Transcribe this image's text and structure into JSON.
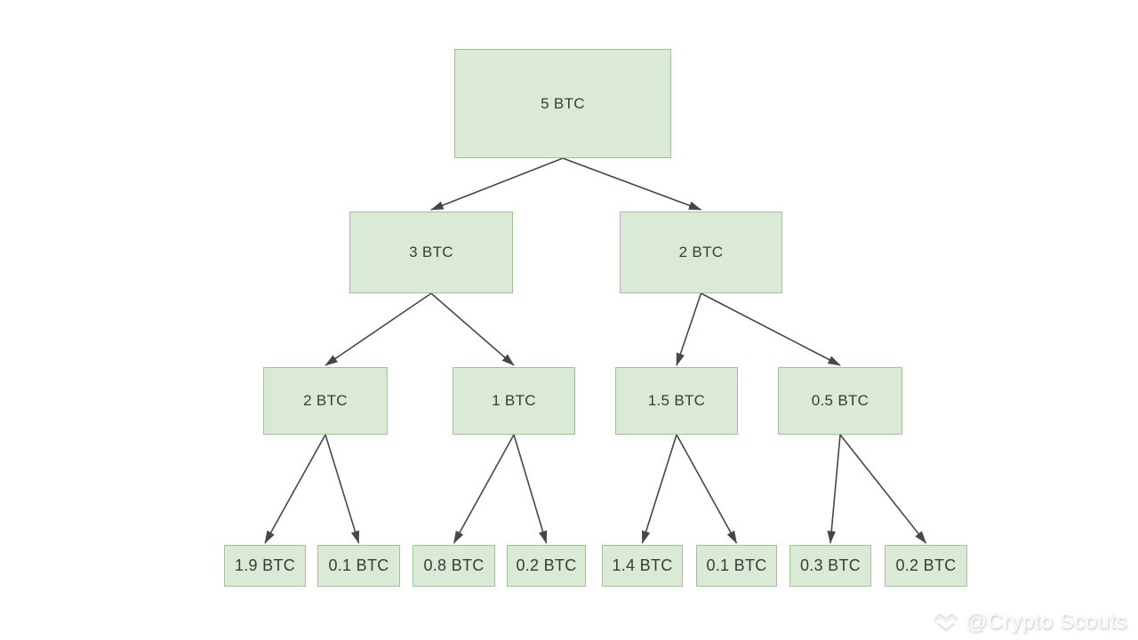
{
  "diagram": {
    "type": "tree",
    "description": "BTC amount split tree",
    "colors": {
      "node_fill": "#dbead5",
      "node_border": "#9dc497",
      "text": "#3a3a3a",
      "arrow": "#474747",
      "background": "#ffffff"
    },
    "nodes": [
      {
        "id": "root",
        "label": "5 BTC",
        "level": 1
      },
      {
        "id": "n2",
        "label": "3 BTC",
        "level": 2
      },
      {
        "id": "n3",
        "label": "2 BTC",
        "level": 2
      },
      {
        "id": "n4",
        "label": "2 BTC",
        "level": 3
      },
      {
        "id": "n5",
        "label": "1 BTC",
        "level": 3
      },
      {
        "id": "n6",
        "label": "1.5 BTC",
        "level": 3
      },
      {
        "id": "n7",
        "label": "0.5 BTC",
        "level": 3
      },
      {
        "id": "l1",
        "label": "1.9 BTC",
        "level": 4
      },
      {
        "id": "l2",
        "label": "0.1 BTC",
        "level": 4
      },
      {
        "id": "l3",
        "label": "0.8 BTC",
        "level": 4
      },
      {
        "id": "l4",
        "label": "0.2 BTC",
        "level": 4
      },
      {
        "id": "l5",
        "label": "1.4 BTC",
        "level": 4
      },
      {
        "id": "l6",
        "label": "0.1 BTC",
        "level": 4
      },
      {
        "id": "l7",
        "label": "0.3 BTC",
        "level": 4
      },
      {
        "id": "l8",
        "label": "0.2 BTC",
        "level": 4
      }
    ],
    "edges": [
      [
        "root",
        "n2"
      ],
      [
        "root",
        "n3"
      ],
      [
        "n2",
        "n4"
      ],
      [
        "n2",
        "n5"
      ],
      [
        "n3",
        "n6"
      ],
      [
        "n3",
        "n7"
      ],
      [
        "n4",
        "l1"
      ],
      [
        "n4",
        "l2"
      ],
      [
        "n5",
        "l3"
      ],
      [
        "n5",
        "l4"
      ],
      [
        "n6",
        "l5"
      ],
      [
        "n6",
        "l6"
      ],
      [
        "n7",
        "l7"
      ],
      [
        "n7",
        "l8"
      ]
    ]
  },
  "watermark": {
    "handle": "@Crypto Scouts",
    "icon": "crypto-scouts-diamond-logo-icon"
  }
}
